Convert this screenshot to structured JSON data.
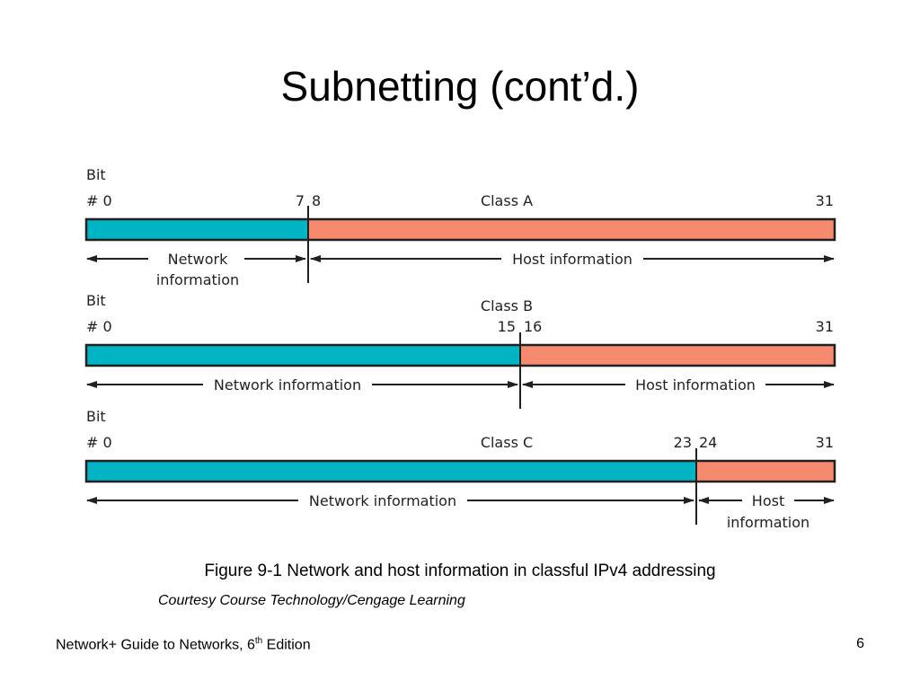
{
  "slide": {
    "title": "Subnetting (cont’d.)",
    "caption": "Figure 9-1 Network and host information in classful IPv4 addressing",
    "credit": "Courtesy Course Technology/Cengage Learning"
  },
  "footer": {
    "text_before_sup": "Network+ Guide to Networks, 6",
    "superscript": "th",
    "text_after_sup": " Edition",
    "page_number": "6"
  },
  "colors": {
    "network": "#00b4c4",
    "host": "#f58a6e",
    "outline": "#231f20"
  },
  "diagram": {
    "bit_label": "Bit",
    "start_label": "# 0",
    "end_label": "31",
    "classes": [
      {
        "name": "Class A",
        "last_network_bit": "7",
        "first_host_bit": "8",
        "network_label_line1": "Network",
        "network_label_line2": "information",
        "host_label_line1": "Host information",
        "host_label_line2": ""
      },
      {
        "name": "Class B",
        "last_network_bit": "15",
        "first_host_bit": "16",
        "network_label_line1": "Network information",
        "network_label_line2": "",
        "host_label_line1": "Host information",
        "host_label_line2": ""
      },
      {
        "name": "Class C",
        "last_network_bit": "23",
        "first_host_bit": "24",
        "network_label_line1": "Network information",
        "network_label_line2": "",
        "host_label_line1": "Host",
        "host_label_line2": "information"
      }
    ]
  }
}
